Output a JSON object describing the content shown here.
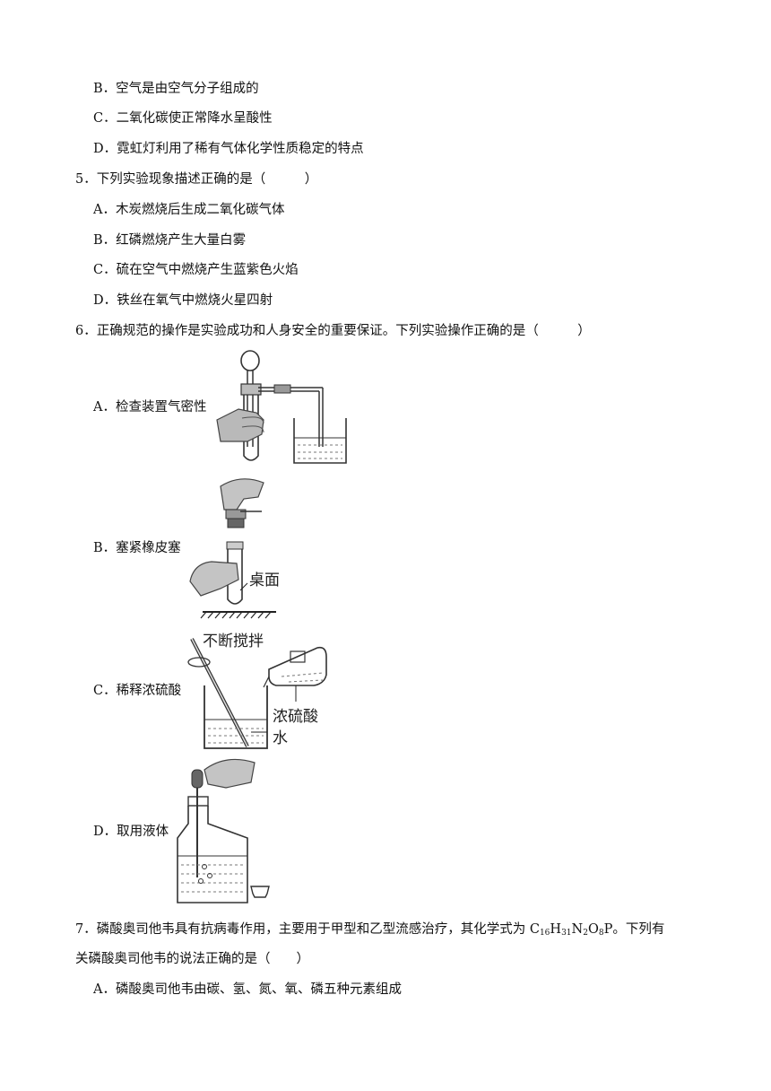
{
  "q4_tail": {
    "option_b": "B．空气是由空气分子组成的",
    "option_c": "C．二氧化碳使正常降水呈酸性",
    "option_d": "D．霓虹灯利用了稀有气体化学性质稳定的特点"
  },
  "q5": {
    "stem": "5．下列实验现象描述正确的是（　　　）",
    "options": [
      "A．木炭燃烧后生成二氧化碳气体",
      "B．红磷燃烧产生大量白雾",
      "C．硫在空气中燃烧产生蓝紫色火焰",
      "D．铁丝在氧气中燃烧火星四射"
    ]
  },
  "q6": {
    "stem": "6．正确规范的操作是实验成功和人身安全的重要保证。下列实验操作正确的是（　　　）",
    "options": [
      {
        "label": "A．检查装置气密性",
        "figure": "airtightness-check-figure"
      },
      {
        "label": "B．塞紧橡皮塞",
        "figure": "insert-rubber-stopper-figure",
        "figure_text": "桌面"
      },
      {
        "label": "C．稀释浓硫酸",
        "figure": "dilute-sulfuric-acid-figure",
        "figure_text": [
          "不断搅拌",
          "浓硫酸",
          "水"
        ]
      },
      {
        "label": "D．取用液体",
        "figure": "dropper-liquid-figure"
      }
    ]
  },
  "q7": {
    "stem_part1": "7．磷酸奥司他韦具有抗病毒作用，主要用于甲型和乙型流感治疗，其化学式为 ",
    "formula": {
      "c": "C",
      "c_n": "16",
      "h": "H",
      "h_n": "31",
      "n": "N",
      "n_n": "2",
      "o": "O",
      "o_n": "8",
      "p": "P"
    },
    "stem_part2": "。下列有",
    "stem_line2": "关磷酸奥司他韦的说法正确的是（　　）",
    "option_a": "A．磷酸奥司他韦由碳、氢、氮、氧、磷五种元素组成"
  }
}
